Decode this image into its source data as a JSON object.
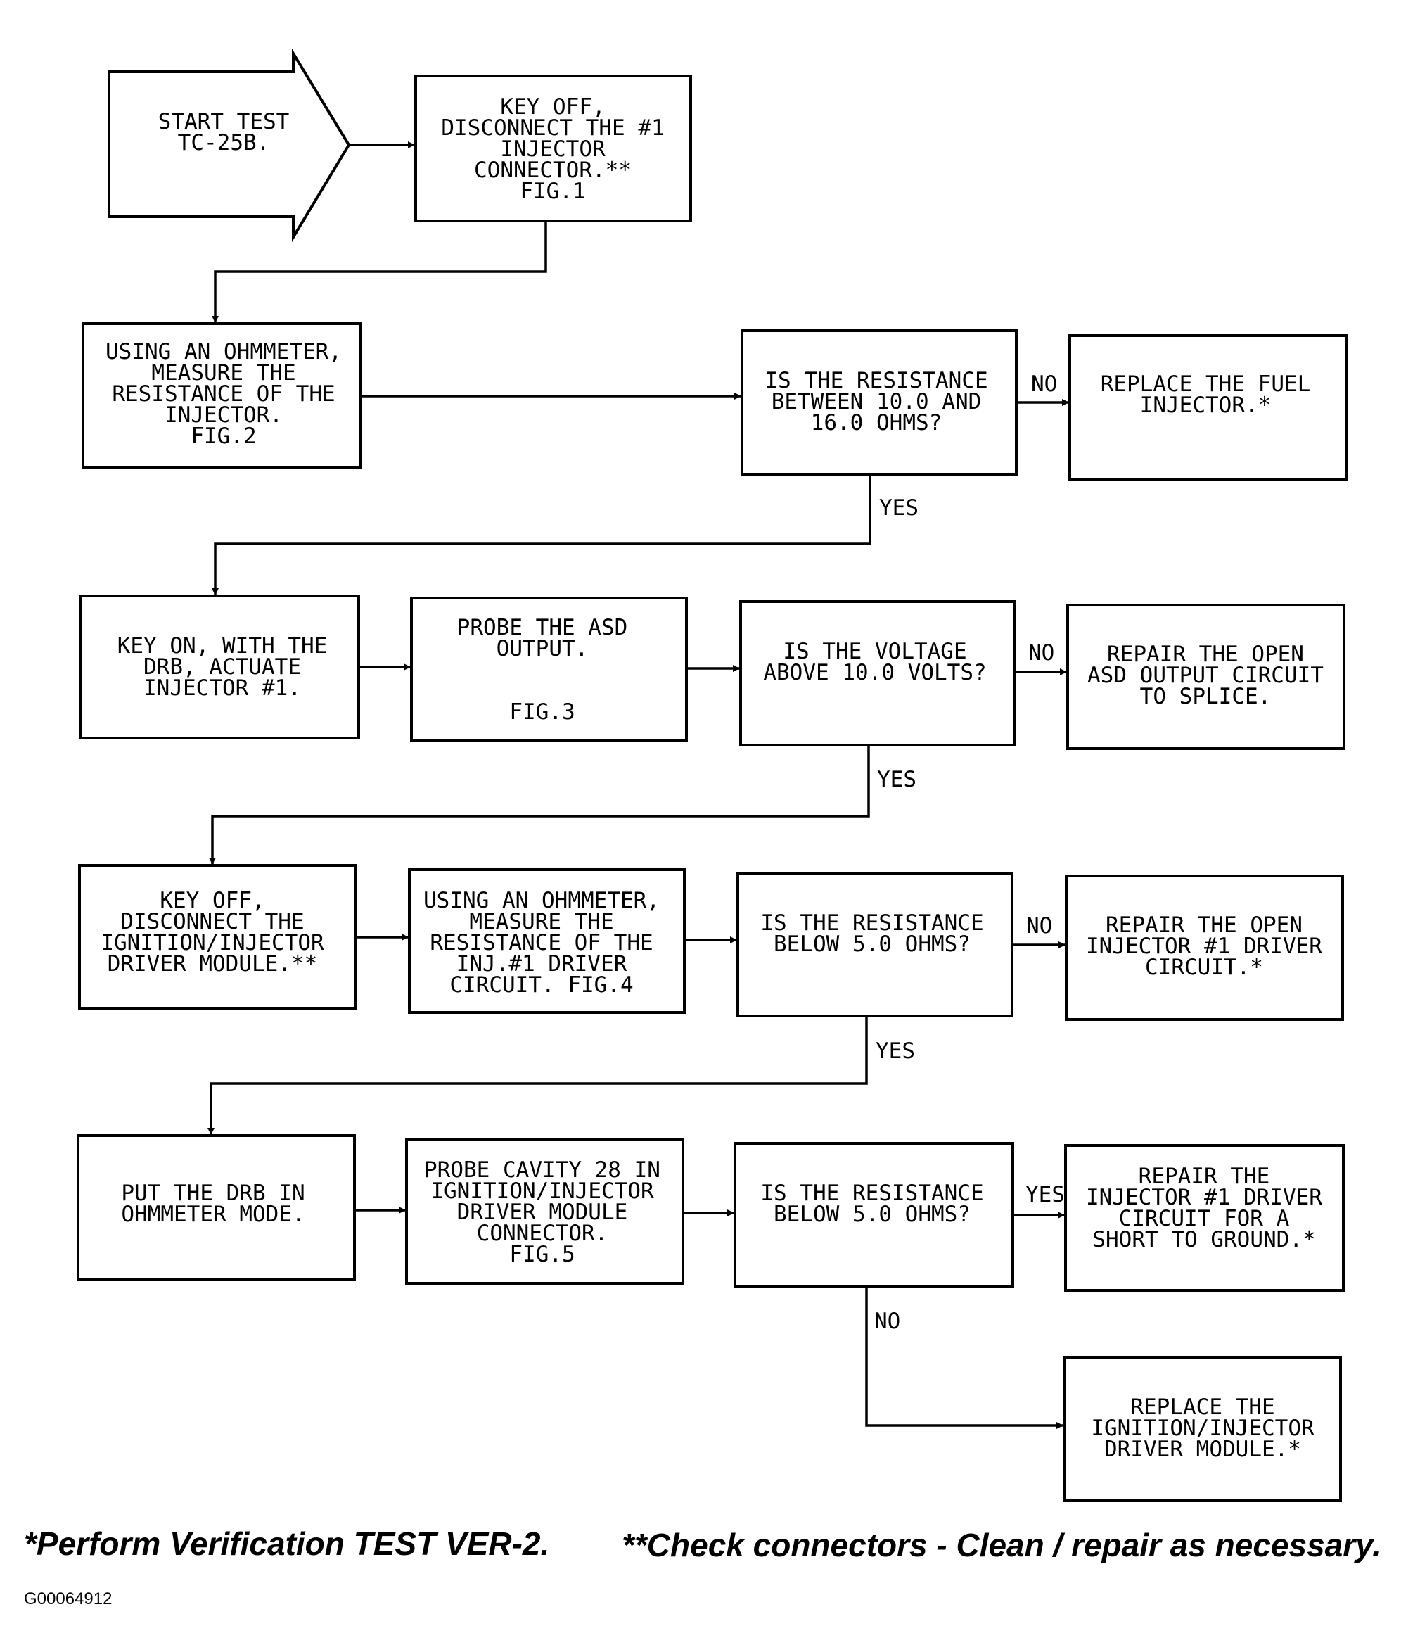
{
  "flowchart": {
    "nodes": {
      "start": {
        "lines": [
          "START TEST",
          "TC-25B."
        ]
      },
      "key_off_1": {
        "lines": [
          "KEY OFF,",
          "DISCONNECT THE #1",
          "INJECTOR",
          "CONNECTOR.**",
          "FIG.1"
        ]
      },
      "measure_injector": {
        "lines": [
          "USING AN OHMMETER,",
          "MEASURE THE",
          "RESISTANCE OF THE",
          "INJECTOR.",
          "FIG.2"
        ]
      },
      "q_resistance_1": {
        "lines": [
          "IS THE RESISTANCE",
          "BETWEEN 10.0 AND",
          "16.0 OHMS?"
        ]
      },
      "replace_injector": {
        "lines": [
          "REPLACE THE FUEL",
          "INJECTOR.*"
        ]
      },
      "key_on": {
        "lines": [
          "KEY ON, WITH THE",
          "DRB, ACTUATE",
          "INJECTOR #1."
        ]
      },
      "probe_asd": {
        "lines": [
          "PROBE THE ASD",
          "OUTPUT.",
          "",
          "",
          "FIG.3"
        ]
      },
      "q_voltage": {
        "lines": [
          "IS THE VOLTAGE",
          "ABOVE 10.0 VOLTS?"
        ]
      },
      "repair_asd": {
        "lines": [
          "REPAIR THE OPEN",
          "ASD OUTPUT CIRCUIT",
          "TO SPLICE."
        ]
      },
      "key_off_2": {
        "lines": [
          "KEY OFF,",
          "DISCONNECT THE",
          "IGNITION/INJECTOR",
          "DRIVER MODULE.**"
        ]
      },
      "measure_driver": {
        "lines": [
          "USING AN OHMMETER,",
          "MEASURE THE",
          "RESISTANCE OF THE",
          "INJ.#1 DRIVER",
          "CIRCUIT. FIG.4"
        ]
      },
      "q_resistance_2": {
        "lines": [
          "IS THE RESISTANCE",
          "BELOW 5.0 OHMS?"
        ]
      },
      "repair_driver_open": {
        "lines": [
          "REPAIR THE OPEN",
          "INJECTOR #1 DRIVER",
          "CIRCUIT.*"
        ]
      },
      "drb_ohm_mode": {
        "lines": [
          "PUT THE DRB IN",
          "OHMMETER MODE."
        ]
      },
      "probe_cavity": {
        "lines": [
          "PROBE CAVITY 28 IN",
          "IGNITION/INJECTOR",
          "DRIVER MODULE",
          "CONNECTOR.",
          "FIG.5"
        ]
      },
      "q_resistance_3": {
        "lines": [
          "IS THE RESISTANCE",
          "BELOW 5.0 OHMS?"
        ]
      },
      "repair_short": {
        "lines": [
          "REPAIR THE",
          "INJECTOR #1 DRIVER",
          "CIRCUIT FOR A",
          "SHORT TO GROUND.*"
        ]
      },
      "replace_module": {
        "lines": [
          "REPLACE THE",
          "IGNITION/INJECTOR",
          "DRIVER MODULE.*"
        ]
      }
    },
    "labels": {
      "no_1": "NO",
      "yes_1": "YES",
      "no_2": "NO",
      "yes_2": "YES",
      "no_3": "NO",
      "yes_3": "YES",
      "yes_4": "YES",
      "no_4": "NO"
    }
  },
  "footer": {
    "note_1": "*Perform Verification TEST VER-2.",
    "note_2": "**Check connectors - Clean / repair as necessary.",
    "code": "G00064912"
  }
}
